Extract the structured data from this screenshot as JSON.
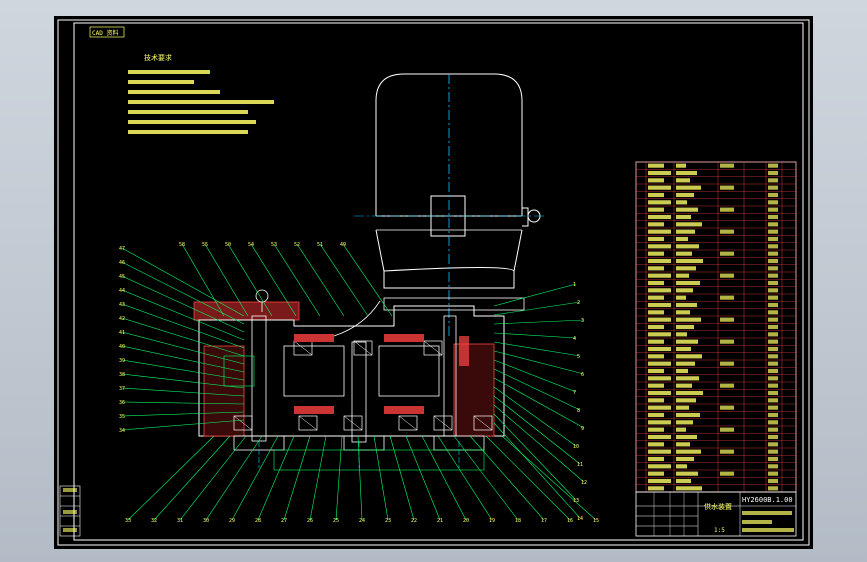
{
  "drawing_number": "HY2600B.1.00",
  "scale_label": "1:5",
  "title_block_caption": "供水装置",
  "tech_notes_title": "技术要求",
  "stamp_label": "CAD 资料",
  "bom_rows": 45,
  "callouts_left": [
    "47",
    "46",
    "45",
    "44",
    "43",
    "42",
    "41",
    "40",
    "39",
    "38",
    "37",
    "36",
    "35",
    "34"
  ],
  "callouts_top": [
    "58",
    "55",
    "50",
    "54",
    "53",
    "52",
    "51",
    "49"
  ],
  "callouts_right": [
    "1",
    "2",
    "3",
    "4",
    "5",
    "6",
    "7",
    "8",
    "9",
    "10",
    "11",
    "12",
    "13",
    "14"
  ],
  "callouts_bottom": [
    "33",
    "32",
    "31",
    "30",
    "29",
    "28",
    "27",
    "26",
    "25",
    "24",
    "23",
    "22",
    "21",
    "20",
    "19",
    "18",
    "17",
    "16",
    "15"
  ],
  "colors": {
    "frame": "#ffffff",
    "outline": "#00ff66",
    "parts": "#ffffff",
    "center_line": "#00c8ff",
    "section": "#ff4444",
    "hatch": "#cc3333",
    "text": "#ffff66"
  }
}
